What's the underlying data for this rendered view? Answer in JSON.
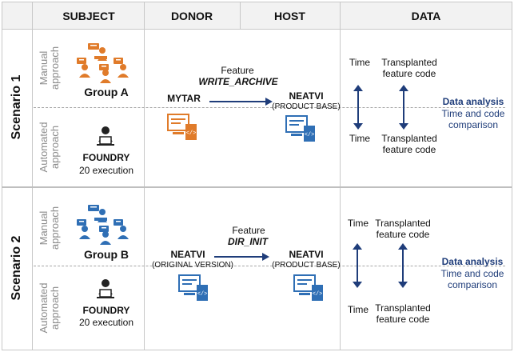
{
  "header": {
    "subject": "SUBJECT",
    "donor": "DONOR",
    "host": "HOST",
    "data": "DATA"
  },
  "colors": {
    "orange": "#e07b2a",
    "blue": "#2f6fb5",
    "navy": "#1f3d7a"
  },
  "scenario1": {
    "title": "Scenario 1",
    "manual": "Manual approach",
    "automated": "Automated approach",
    "group": "Group A",
    "foundry": "FOUNDRY",
    "execution": "20 execution",
    "feature_label": "Feature",
    "feature_name": "WRITE_ARCHIVE",
    "donor": "MYTAR",
    "host": "NEATVI",
    "host_sub": "(PRODUCT BASE)",
    "time_top": "Time",
    "time_bottom": "Time",
    "code_top": "Transplanted feature code",
    "code_bottom": "Transplanted feature code",
    "analysis_title": "Data analysis",
    "analysis_sub": "Time and code comparison"
  },
  "scenario2": {
    "title": "Scenario 2",
    "manual": "Manual approach",
    "automated": "Automated approach",
    "group": "Group B",
    "foundry": "FOUNDRY",
    "execution": "20 execution",
    "feature_label": "Feature",
    "feature_name": "DIR_INIT",
    "donor": "NEATVI",
    "donor_sub": "(ORIGINAL VERSION)",
    "host": "NEATVI",
    "host_sub": "(PRODUCT BASE)",
    "time_top": "Time",
    "time_bottom": "Time",
    "code_top": "Transplanted feature code",
    "code_bottom": "Transplanted feature code",
    "analysis_title": "Data analysis",
    "analysis_sub": "Time and code comparison"
  },
  "icons": {
    "group_a": "people-group-icon",
    "group_b": "people-group-icon",
    "foundry": "laptop-user-icon",
    "donor": "code-monitor-icon",
    "host": "code-monitor-icon",
    "arrow": "double-arrow-icon"
  }
}
